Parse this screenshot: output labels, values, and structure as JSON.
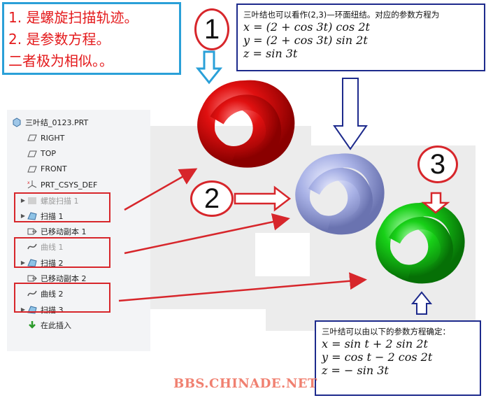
{
  "note": {
    "lines": [
      "1. 是螺旋扫描轨迹。",
      "2. 是参数方程。",
      "二者极为相似。。"
    ]
  },
  "model_tree": {
    "items": [
      {
        "label": "三叶结_0123.PRT",
        "icon": "part-icon",
        "dim": false,
        "expandable": false
      },
      {
        "label": "RIGHT",
        "icon": "datum-plane-icon",
        "dim": false,
        "expandable": false
      },
      {
        "label": "TOP",
        "icon": "datum-plane-icon",
        "dim": false,
        "expandable": false
      },
      {
        "label": "FRONT",
        "icon": "datum-plane-icon",
        "dim": false,
        "expandable": false
      },
      {
        "label": "PRT_CSYS_DEF",
        "icon": "coordinate-system-icon",
        "dim": false,
        "expandable": false
      },
      {
        "label": "螺旋扫描 1",
        "icon": "helical-sweep-icon",
        "dim": true,
        "expandable": true
      },
      {
        "label": "扫描 1",
        "icon": "sweep-icon",
        "dim": false,
        "expandable": true
      },
      {
        "label": "已移动副本 1",
        "icon": "moved-copy-icon",
        "dim": false,
        "expandable": false
      },
      {
        "label": "曲线 1",
        "icon": "curve-icon",
        "dim": true,
        "expandable": false
      },
      {
        "label": "扫描 2",
        "icon": "sweep-icon",
        "dim": false,
        "expandable": true
      },
      {
        "label": "已移动副本 2",
        "icon": "moved-copy-icon",
        "dim": false,
        "expandable": false
      },
      {
        "label": "曲线 2",
        "icon": "curve-icon",
        "dim": false,
        "expandable": false
      },
      {
        "label": "扫描 3",
        "icon": "sweep-icon",
        "dim": false,
        "expandable": true
      },
      {
        "label": "在此插入",
        "icon": "insert-here-icon",
        "dim": false,
        "expandable": false
      }
    ]
  },
  "formula_top": {
    "caption": "三叶结也可以看作(2,3)—环面纽结。对应的参数方程为",
    "lines": [
      "x = (2 + cos 3t) cos 2t",
      "y = (2 + cos 3t) sin 2t",
      "z = sin 3t"
    ]
  },
  "formula_bottom": {
    "caption": "三叶结可以由以下的参数方程确定：",
    "lines": [
      "x = sin t + 2 sin 2t",
      "y = cos t − 2 cos 2t",
      "z = − sin 3t"
    ]
  },
  "markers": [
    "1",
    "2",
    "3"
  ],
  "knots": [
    {
      "name": "red-knot",
      "color": "#e01010"
    },
    {
      "name": "blue-knot",
      "color": "#a9b2e6"
    },
    {
      "name": "green-knot",
      "color": "#18d018"
    }
  ],
  "colors": {
    "annotation_red": "#d7262b",
    "formula_border": "#1d2a8c",
    "note_border": "#2aa0d8"
  },
  "watermark": "BBS.CHINADE.NET"
}
